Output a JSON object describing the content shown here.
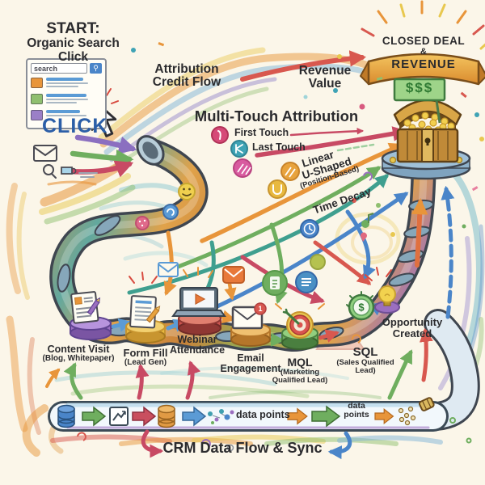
{
  "colors": {
    "background": "#fbf6e9",
    "accent_orange": "#e8953a",
    "accent_blue": "#4a85c9",
    "accent_green": "#6fae5f",
    "accent_crimson": "#c84a64",
    "accent_purple": "#8b6fc0",
    "gold": "#e8a33d",
    "money_green": "#2f7a33",
    "click_blue": "#2b5ea7"
  },
  "start": {
    "line1": "START:",
    "line2": "Organic Search Click"
  },
  "search_card": {
    "query": "search"
  },
  "click_label": "CLICK",
  "flow_labels": {
    "attribution_line1": "Attribution",
    "attribution_line2": "Credit Flow",
    "revenue_line1": "Revenue",
    "revenue_line2": "Value"
  },
  "attribution": {
    "heading": "Multi-Touch Attribution",
    "models": [
      {
        "label": "First Touch"
      },
      {
        "label": "Last Touch"
      },
      {
        "label": "Linear"
      },
      {
        "label": "U-Shaped",
        "sub": "(Position-Based)"
      },
      {
        "label": "Time Decay"
      }
    ]
  },
  "goal": {
    "banner_line1": "CLOSED DEAL",
    "banner_amp": "&",
    "banner_line2": "REVENUE",
    "money_sign": "$$$"
  },
  "stages": [
    {
      "name": "Content Visit",
      "sub": "(Blog, Whitepaper)"
    },
    {
      "name": "Form Fill",
      "sub": "(Lead Gen)"
    },
    {
      "name": "Webinar",
      "name2": "Attendance"
    },
    {
      "name": "Email",
      "name2": "Engagement",
      "badge": "1"
    },
    {
      "name": "MQL",
      "sub": "(Marketing",
      "sub2": "Qualified Lead)"
    },
    {
      "name": "SQL",
      "sub": "(Sales Qualified",
      "sub2": "Lead)",
      "glyph": "$"
    },
    {
      "name": "Opportunity",
      "name2": "Created"
    }
  ],
  "crm_bar": {
    "label_a": "data points",
    "label_b_line1": "data",
    "label_b_line2": "points"
  },
  "crm_sync_label": "CRM Data Flow & Sync"
}
